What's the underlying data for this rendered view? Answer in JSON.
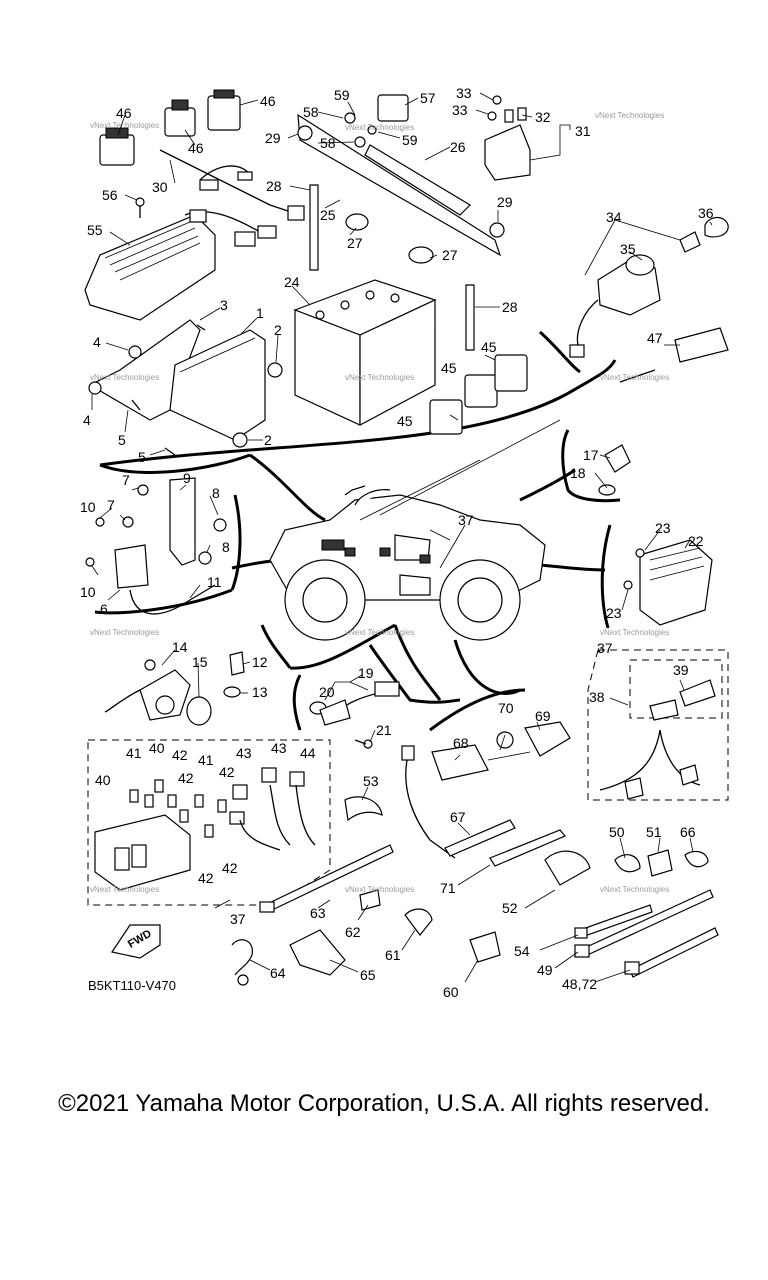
{
  "diagram": {
    "code": "B5KT110-V470",
    "fwd_label": "FWD",
    "watermark": "vNext Technologies",
    "callouts": [
      "1",
      "2",
      "3",
      "4",
      "5",
      "6",
      "7",
      "8",
      "9",
      "10",
      "11",
      "12",
      "13",
      "14",
      "15",
      "17",
      "18",
      "19",
      "20",
      "21",
      "22",
      "23",
      "24",
      "25",
      "26",
      "27",
      "28",
      "29",
      "30",
      "31",
      "32",
      "33",
      "34",
      "35",
      "36",
      "37",
      "38",
      "39",
      "40",
      "41",
      "42",
      "43",
      "44",
      "45",
      "46",
      "47",
      "48,72",
      "49",
      "50",
      "51",
      "52",
      "53",
      "54",
      "55",
      "56",
      "57",
      "58",
      "59",
      "60",
      "61",
      "62",
      "63",
      "64",
      "65",
      "66",
      "67",
      "68",
      "69",
      "70",
      "71"
    ]
  },
  "footer": {
    "copyright": "©2021 Yamaha Motor Corporation, U.S.A. All rights reserved."
  }
}
